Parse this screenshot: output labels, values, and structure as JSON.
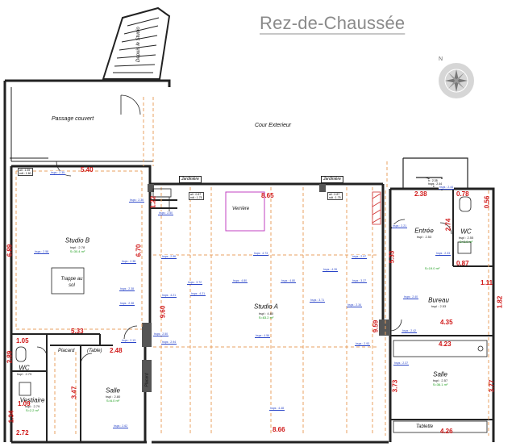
{
  "title": "Rez-de-Chaussée",
  "compass": {
    "north": "N"
  },
  "labels": {
    "passage": "Passage couvert",
    "cour": "Cour Exterieur",
    "depuis": "Depuis le Studio",
    "jardiniere": "Jardinière",
    "verriere": "Verrière",
    "trappe": "Trappe au sol",
    "placard": "Placard",
    "table": "(Table)",
    "placard_v": "Placard",
    "tablette": "Tablette"
  },
  "rooms": {
    "studio_b": {
      "name": "Studio B",
      "hspl": "hspl : 2.78",
      "surf": "S=30.4 m²"
    },
    "studio_a": {
      "name": "Studio A",
      "hspl": "hspl : 4.80",
      "surf": "S=83.2 m²"
    },
    "entree": {
      "name": "Entrée",
      "hspl": "hspl : 2.53",
      "surf": "S=19.0 m²"
    },
    "wc_right": {
      "name": "WC",
      "hspl": "hspl : 2.55",
      "surf": "S=2.0 m²"
    },
    "bureau": {
      "name": "Bureau",
      "hspl": "hspl : 2.53",
      "surf": ""
    },
    "wc_left": {
      "name": "WC",
      "hspl": "hspl : 2.79",
      "surf": ""
    },
    "vestiaire": {
      "name": "Vestiaire",
      "hspl": "hspl : 2.79",
      "surf": "S=2.2 m²"
    },
    "salle_left": {
      "name": "Salle",
      "hspl": "hspl : 2.80",
      "surf": "S=6.0 m²"
    },
    "salle_right": {
      "name": "Salle",
      "hspl": "hspl : 2.57",
      "surf": "S=36.1 m²"
    }
  },
  "dimensions": {
    "d540": "5.40",
    "d865": "8.65",
    "d238": "2.38",
    "d078": "0.78",
    "d056": "0.56",
    "d122": "1.22",
    "d689": "6.89",
    "d670": "6.70",
    "d533a": "5.33",
    "d533b": "5.33",
    "d274": "2.74",
    "d087": "0.87",
    "d111": "1.11",
    "d182": "1.82",
    "d435": "4.35",
    "d960": "9.60",
    "d959": "9.59",
    "d105": "1.05",
    "d248": "2.48",
    "d289": "2.89",
    "d347": "3.47",
    "d109": "1.09",
    "d134": "1.34",
    "d272": "2.72",
    "d866": "8.66",
    "d423": "4.23",
    "d373": "3.73",
    "d377": "3.77",
    "d426": "4.26"
  },
  "heights": {
    "h1": "hsps : 2.36",
    "h2": "hsps : 2.96",
    "h3": "hsps : 4.73",
    "h4": "hsps : 2.97",
    "h5": "hsps : 3.72",
    "h6": "hsps : 4.80",
    "h7": "hsps : 4.80",
    "h8": "hsps : 4.26",
    "h9": "hsps : 3.27",
    "h10": "hsps : 4.21",
    "h11": "hsps : 4.21",
    "h12": "hsps : 3.71",
    "h13": "hsps : 2.34",
    "h14": "hsps : 2.38",
    "h15": "hsps : 2.38",
    "h16": "hsps : 2.94",
    "h17": "hsps : 4.56",
    "h18": "hsps : 2.93",
    "h19": "hsps : 2.42",
    "h20": "hsps : 2.37",
    "h21": "hsps : 2.62",
    "h22": "hsps : 4.48",
    "h23": "hsps : 2.13",
    "h24": "hsps : 2.21",
    "h25": "hsps : 2.50",
    "h26": "hsps : 2.58",
    "h27": "hsps : 2.38",
    "h28": "hsps : 2.44",
    "h29": "hsps : 2.40",
    "h30": "hsps : 2.35",
    "h31": "hsps : 2.33",
    "h32": "hsps : 2.50"
  },
  "tags": {
    "t1": "all : 1.39",
    "t2": "ndt : 1.60",
    "t3": "all : 0.87",
    "t4": "ndt : 1.75",
    "t5": "all : 0.87",
    "t6": "ndt : 1.75",
    "t7": "h : 2.35",
    "t8": "hsps : 2.44"
  },
  "colors": {
    "wall": "#222222",
    "dim": "#d01818",
    "beam": "#e8a060",
    "hs": "#2a45c8",
    "verriere": "#c040c0",
    "surf": "#1a9c1a"
  }
}
